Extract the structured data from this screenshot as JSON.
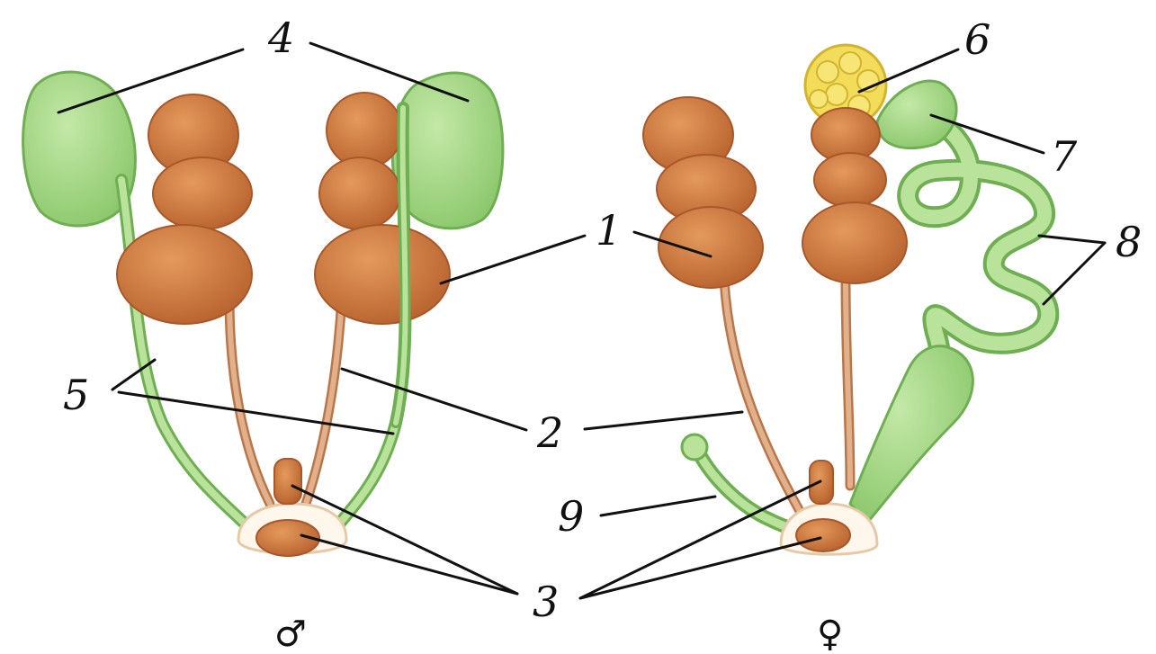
{
  "labels": {
    "l1": "1",
    "l2": "2",
    "l3": "3",
    "l4": "4",
    "l5": "5",
    "l6": "6",
    "l7": "7",
    "l8": "8",
    "l9": "9"
  },
  "sex_symbols": {
    "male": "♂",
    "female": "♀"
  },
  "colors": {
    "kidney": "#cf7a3c",
    "kidney_dark": "#a8582a",
    "ureter": "#d9a277",
    "green_fill": "#a9d98a",
    "green_stroke": "#6fae52",
    "yellow_fill": "#f3dc5a",
    "yellow_stroke": "#d1b531"
  }
}
